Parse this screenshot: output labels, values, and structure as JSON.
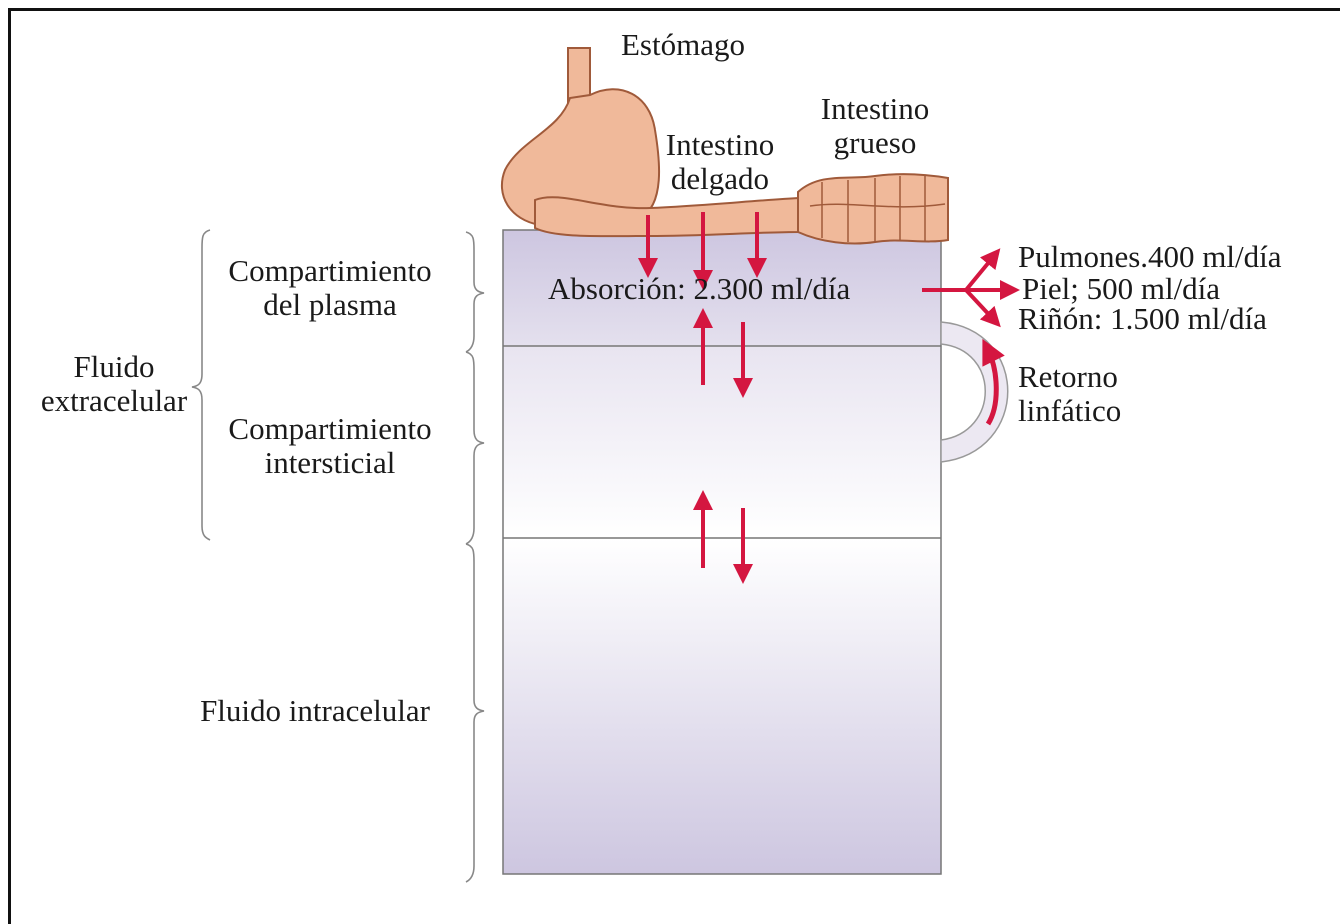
{
  "diagram": {
    "labels": {
      "stomach": "Estómago",
      "small_intestine": "Intestino\ndelgado",
      "large_intestine": "Intestino\ngrueso",
      "plasma_compartment": "Compartimiento\ndel plasma",
      "interstitial_compartment": "Compartimiento\nintersticial",
      "extracellular_fluid": "Fluido\nextracelular",
      "intracellular_fluid": "Fluido intracelular",
      "absorption": "Absorción: 2.300 ml/día",
      "lungs": "Pulmones.400 ml/día",
      "skin": "Piel; 500 ml/día",
      "kidney": "Riñón: 1.500 ml/día",
      "lymphatic_return": "Retorno\nlinfático"
    },
    "colors": {
      "arrow": "#d41640",
      "compartment_fill": "#cdc6e0",
      "gut_fill": "#f0b99a",
      "gut_stroke": "#a05a3a",
      "line": "#555555"
    }
  }
}
